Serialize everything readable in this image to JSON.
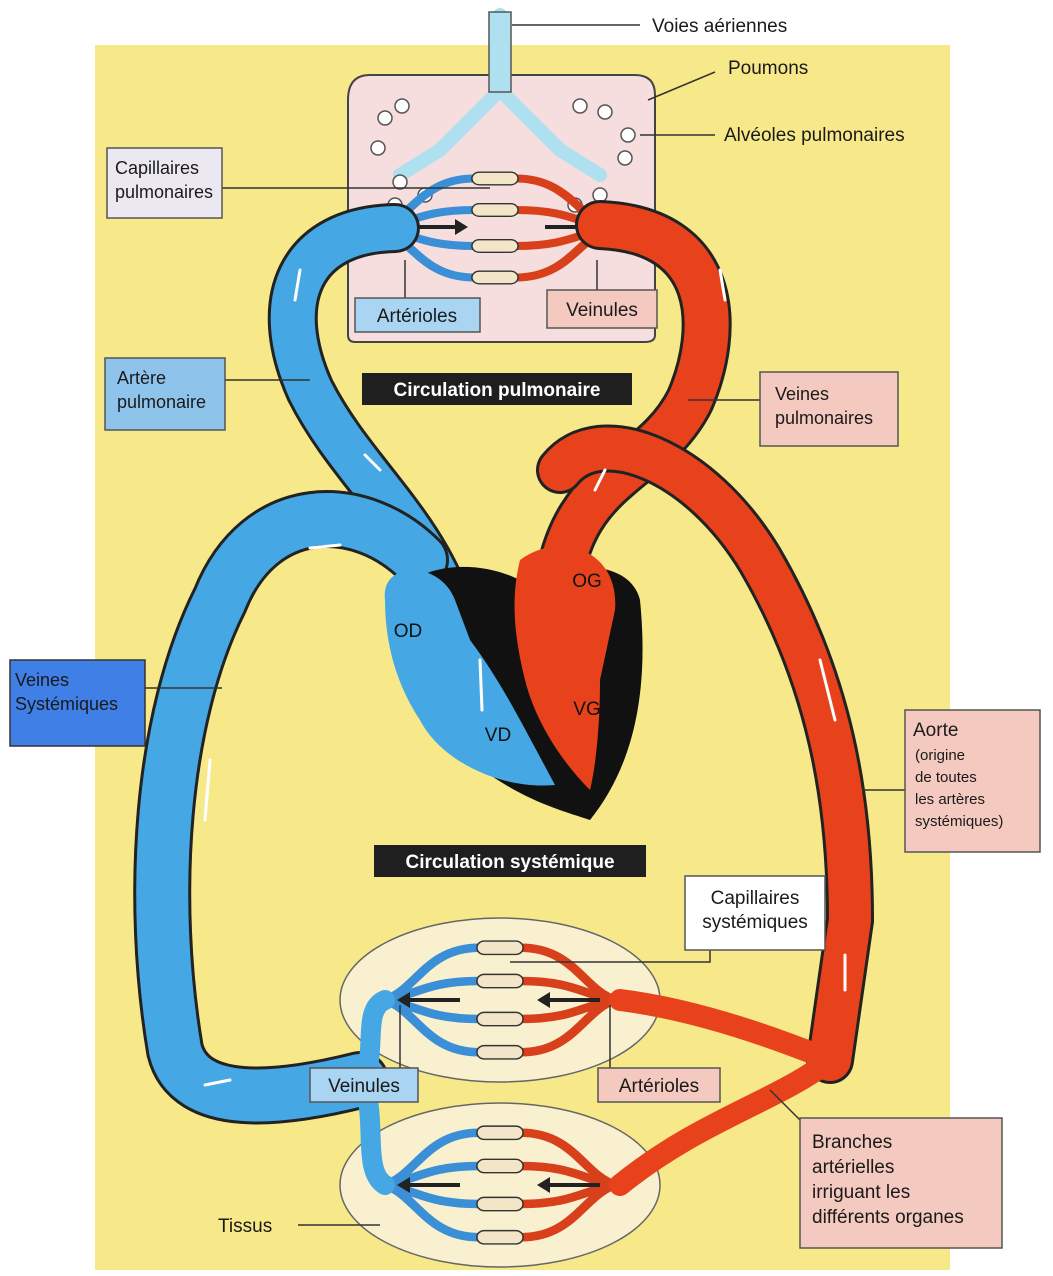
{
  "labels": {
    "airways": "Voies aériennes",
    "lungs": "Poumons",
    "alveoli": "Alvéoles pulmonaires",
    "pulmonary_capillaries": [
      "Capillaires",
      "pulmonaires"
    ],
    "arterioles_top": "Artérioles",
    "venules_top": "Veinules",
    "pulmonary_artery": [
      "Artère",
      "pulmonaire"
    ],
    "pulmonary_circulation": "Circulation pulmonaire",
    "pulmonary_veins": [
      "Veines",
      "pulmonaires"
    ],
    "systemic_veins": [
      "Veines",
      "Systémiques"
    ],
    "od": "OD",
    "og": "OG",
    "vd": "VD",
    "vg": "VG",
    "aorta_title": "Aorte",
    "aorta_note": [
      "(origine",
      "de toutes",
      "les artères",
      "systémiques)"
    ],
    "systemic_circulation": "Circulation systémique",
    "systemic_capillaries": [
      "Capillaires",
      "systémiques"
    ],
    "venules_bottom": "Veinules",
    "arterioles_bottom": "Artérioles",
    "tissues": "Tissus",
    "arterial_branches": [
      "Branches",
      "artérielles",
      "irriguant les",
      "différents organes"
    ]
  },
  "colors": {
    "background": "#f7e98a",
    "oxygen_poor_blood": "#45a8e4",
    "oxygen_rich_blood": "#e8421c",
    "heart_muscle": "#111111",
    "lung_tissue": "#f6dede",
    "tissue_bed": "#f8f0cf",
    "blue_label_box": "#a9d4f2",
    "pink_label_box": "#f4c9c0",
    "lilac_label_box": "#ece8f2",
    "systemic_veins_box": "#3f7fe6"
  }
}
